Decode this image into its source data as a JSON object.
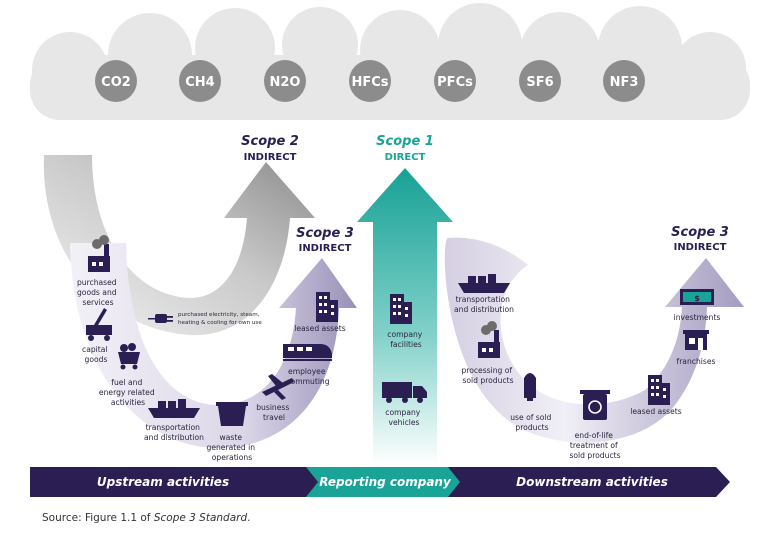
{
  "gases": [
    "CO2",
    "CH4",
    "N2O",
    "HFCs",
    "PFCs",
    "SF6",
    "NF3"
  ],
  "scopes": {
    "scope2": {
      "title": "Scope 2",
      "subtitle": "INDIRECT"
    },
    "scope1": {
      "title": "Scope 1",
      "subtitle": "DIRECT"
    },
    "scope3_upstream": {
      "title": "Scope 3",
      "subtitle": "INDIRECT"
    },
    "scope3_downstream": {
      "title": "Scope 3",
      "subtitle": "INDIRECT"
    }
  },
  "upstream": {
    "purchased_goods": [
      "purchased",
      "goods and",
      "services"
    ],
    "capital_goods": [
      "capital",
      "goods"
    ],
    "fuel_energy": [
      "fuel and",
      "energy related",
      "activities"
    ],
    "transport": [
      "transportation",
      "and distribution"
    ],
    "waste": [
      "waste",
      "generated in",
      "operations"
    ],
    "business_travel": [
      "business",
      "travel"
    ],
    "employee_commuting": [
      "employee",
      "commuting"
    ],
    "leased_assets": "leased assets",
    "purchased_electricity": [
      "purchased electricity, steam,",
      "heating & cooling for own use"
    ]
  },
  "company": {
    "facilities": [
      "company",
      "facilities"
    ],
    "vehicles": [
      "company",
      "vehicles"
    ]
  },
  "downstream": {
    "transport": [
      "transportation",
      "and distribution"
    ],
    "processing": [
      "processing of",
      "sold products"
    ],
    "use": [
      "use of sold",
      "products"
    ],
    "end_of_life": [
      "end-of-life",
      "treatment of",
      "sold products"
    ],
    "leased_assets": "leased assets",
    "franchises": "franchises",
    "investments": "investments"
  },
  "band": {
    "upstream": "Upstream activities",
    "reporting": "Reporting company",
    "downstream": "Downstream activities"
  },
  "source": {
    "prefix": "Source: Figure 1.1 of ",
    "title": "Scope 3 Standard",
    "suffix": "."
  },
  "colors": {
    "navy": "#2a1e52",
    "teal": "#1aa397",
    "purple_light": "#e8e4f0",
    "purple_dark": "#8e85ad",
    "gray_dark": "#8a8a8a",
    "cloud": "#e6e6e6",
    "gas_circle": "#8c8c8c"
  }
}
